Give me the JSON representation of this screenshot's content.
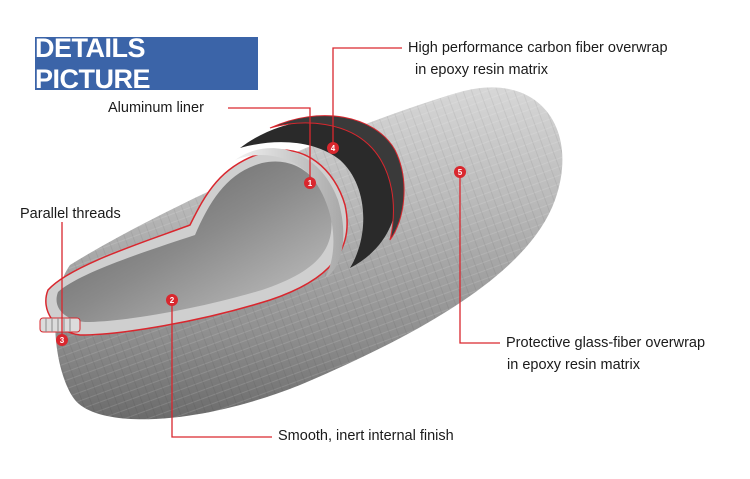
{
  "title": "DETAILS PICTURE",
  "labels": {
    "carbon": "High performance carbon fiber overwrap",
    "carbon2": "in epoxy resin matrix",
    "aluminum": "Aluminum liner",
    "threads": "Parallel threads",
    "glass": "Protective glass-fiber overwrap",
    "glass2": "in epoxy resin matrix",
    "finish": "Smooth, inert internal finish"
  },
  "markers": [
    "1",
    "2",
    "3",
    "4",
    "5"
  ],
  "colors": {
    "accent": "#d9272e",
    "title_bg": "#3b64a8"
  }
}
